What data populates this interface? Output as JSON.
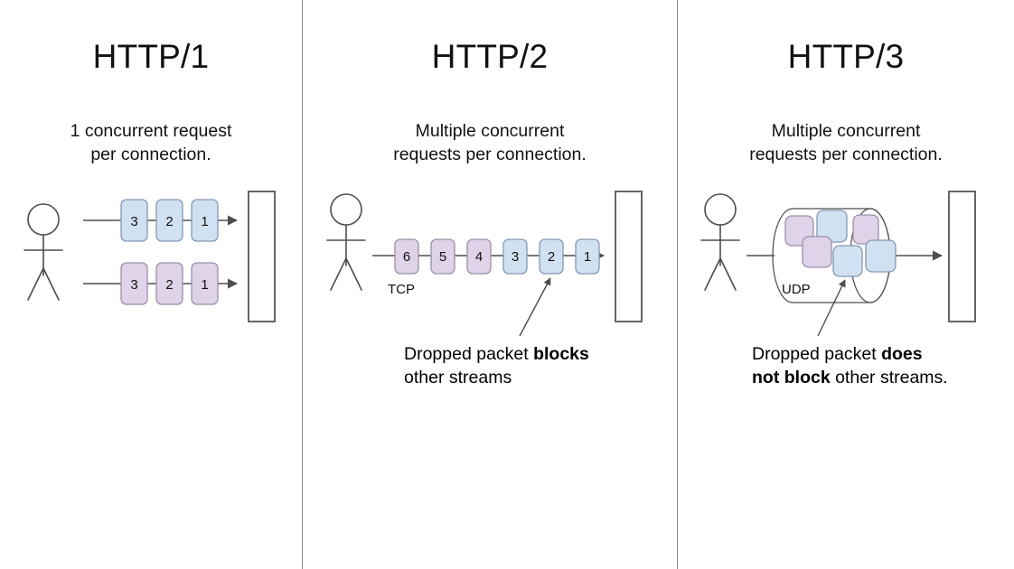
{
  "diagram": {
    "title_font_size": 37,
    "panels": [
      {
        "id": "http1",
        "title": "HTTP/1",
        "subtitle_line1": "1 concurrent request",
        "subtitle_line2": "per connection.",
        "transport_label": "",
        "caption_line1": "",
        "caption_line2": "",
        "streams": [
          {
            "color": "blue",
            "packets": [
              "3",
              "2",
              "1"
            ]
          },
          {
            "color": "purple",
            "packets": [
              "3",
              "2",
              "1"
            ]
          }
        ]
      },
      {
        "id": "http2",
        "title": "HTTP/2",
        "subtitle_line1": "Multiple concurrent",
        "subtitle_line2": "requests per connection.",
        "transport_label": "TCP",
        "caption_line1_pre": "Dropped packet ",
        "caption_line1_bold": "blocks",
        "caption_line2": "other streams",
        "packets": [
          {
            "label": "6",
            "color": "purple"
          },
          {
            "label": "5",
            "color": "purple"
          },
          {
            "label": "4",
            "color": "purple"
          },
          {
            "label": "3",
            "color": "blue"
          },
          {
            "label": "2",
            "color": "blue"
          },
          {
            "label": "1",
            "color": "blue"
          }
        ],
        "annotated_packet": "2"
      },
      {
        "id": "http3",
        "title": "HTTP/3",
        "subtitle_line1": "Multiple concurrent",
        "subtitle_line2": "requests per connection.",
        "transport_label": "UDP",
        "caption_line1_pre": "Dropped packet ",
        "caption_line1_bold": "does",
        "caption_line2_bold": "not block",
        "caption_line2_post": " other streams.",
        "packets": [
          {
            "color": "purple"
          },
          {
            "color": "blue"
          },
          {
            "color": "purple"
          },
          {
            "color": "blue"
          },
          {
            "color": "purple"
          },
          {
            "color": "blue"
          }
        ]
      }
    ],
    "colors": {
      "packet_blue_fill": "#d0e2f2",
      "packet_blue_stroke": "#8497b0",
      "packet_purple_fill": "#ded3e8",
      "packet_purple_stroke": "#9c8fa8",
      "line": "#4d4d4d",
      "figure_stroke": "#4d4d4d",
      "server_stroke": "#666666",
      "server_fill": "#ffffff",
      "divider": "#8c8c8c",
      "text": "#000000"
    }
  }
}
